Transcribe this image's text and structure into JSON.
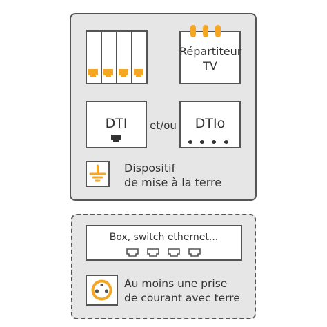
{
  "modules_count": 4,
  "repartiteur": {
    "line1": "Répartiteur",
    "line2": "TV"
  },
  "dti": {
    "label": "DTI"
  },
  "connector": {
    "label": "et/ou"
  },
  "dtio": {
    "label": "DTIo"
  },
  "grounding": {
    "line1": "Dispositif",
    "line2": "de mise à la terre"
  },
  "box_switch": {
    "label": "Box, switch ethernet..."
  },
  "outlet": {
    "line1": "Au moins une prise",
    "line2": "de courant avec terre"
  },
  "colors": {
    "accent": "#f5a623",
    "border": "#555555",
    "panel": "#e6e6e6"
  },
  "icons": [
    "rj45-port-icon",
    "ground-icon",
    "socket-icon",
    "coax-connector-icon"
  ]
}
